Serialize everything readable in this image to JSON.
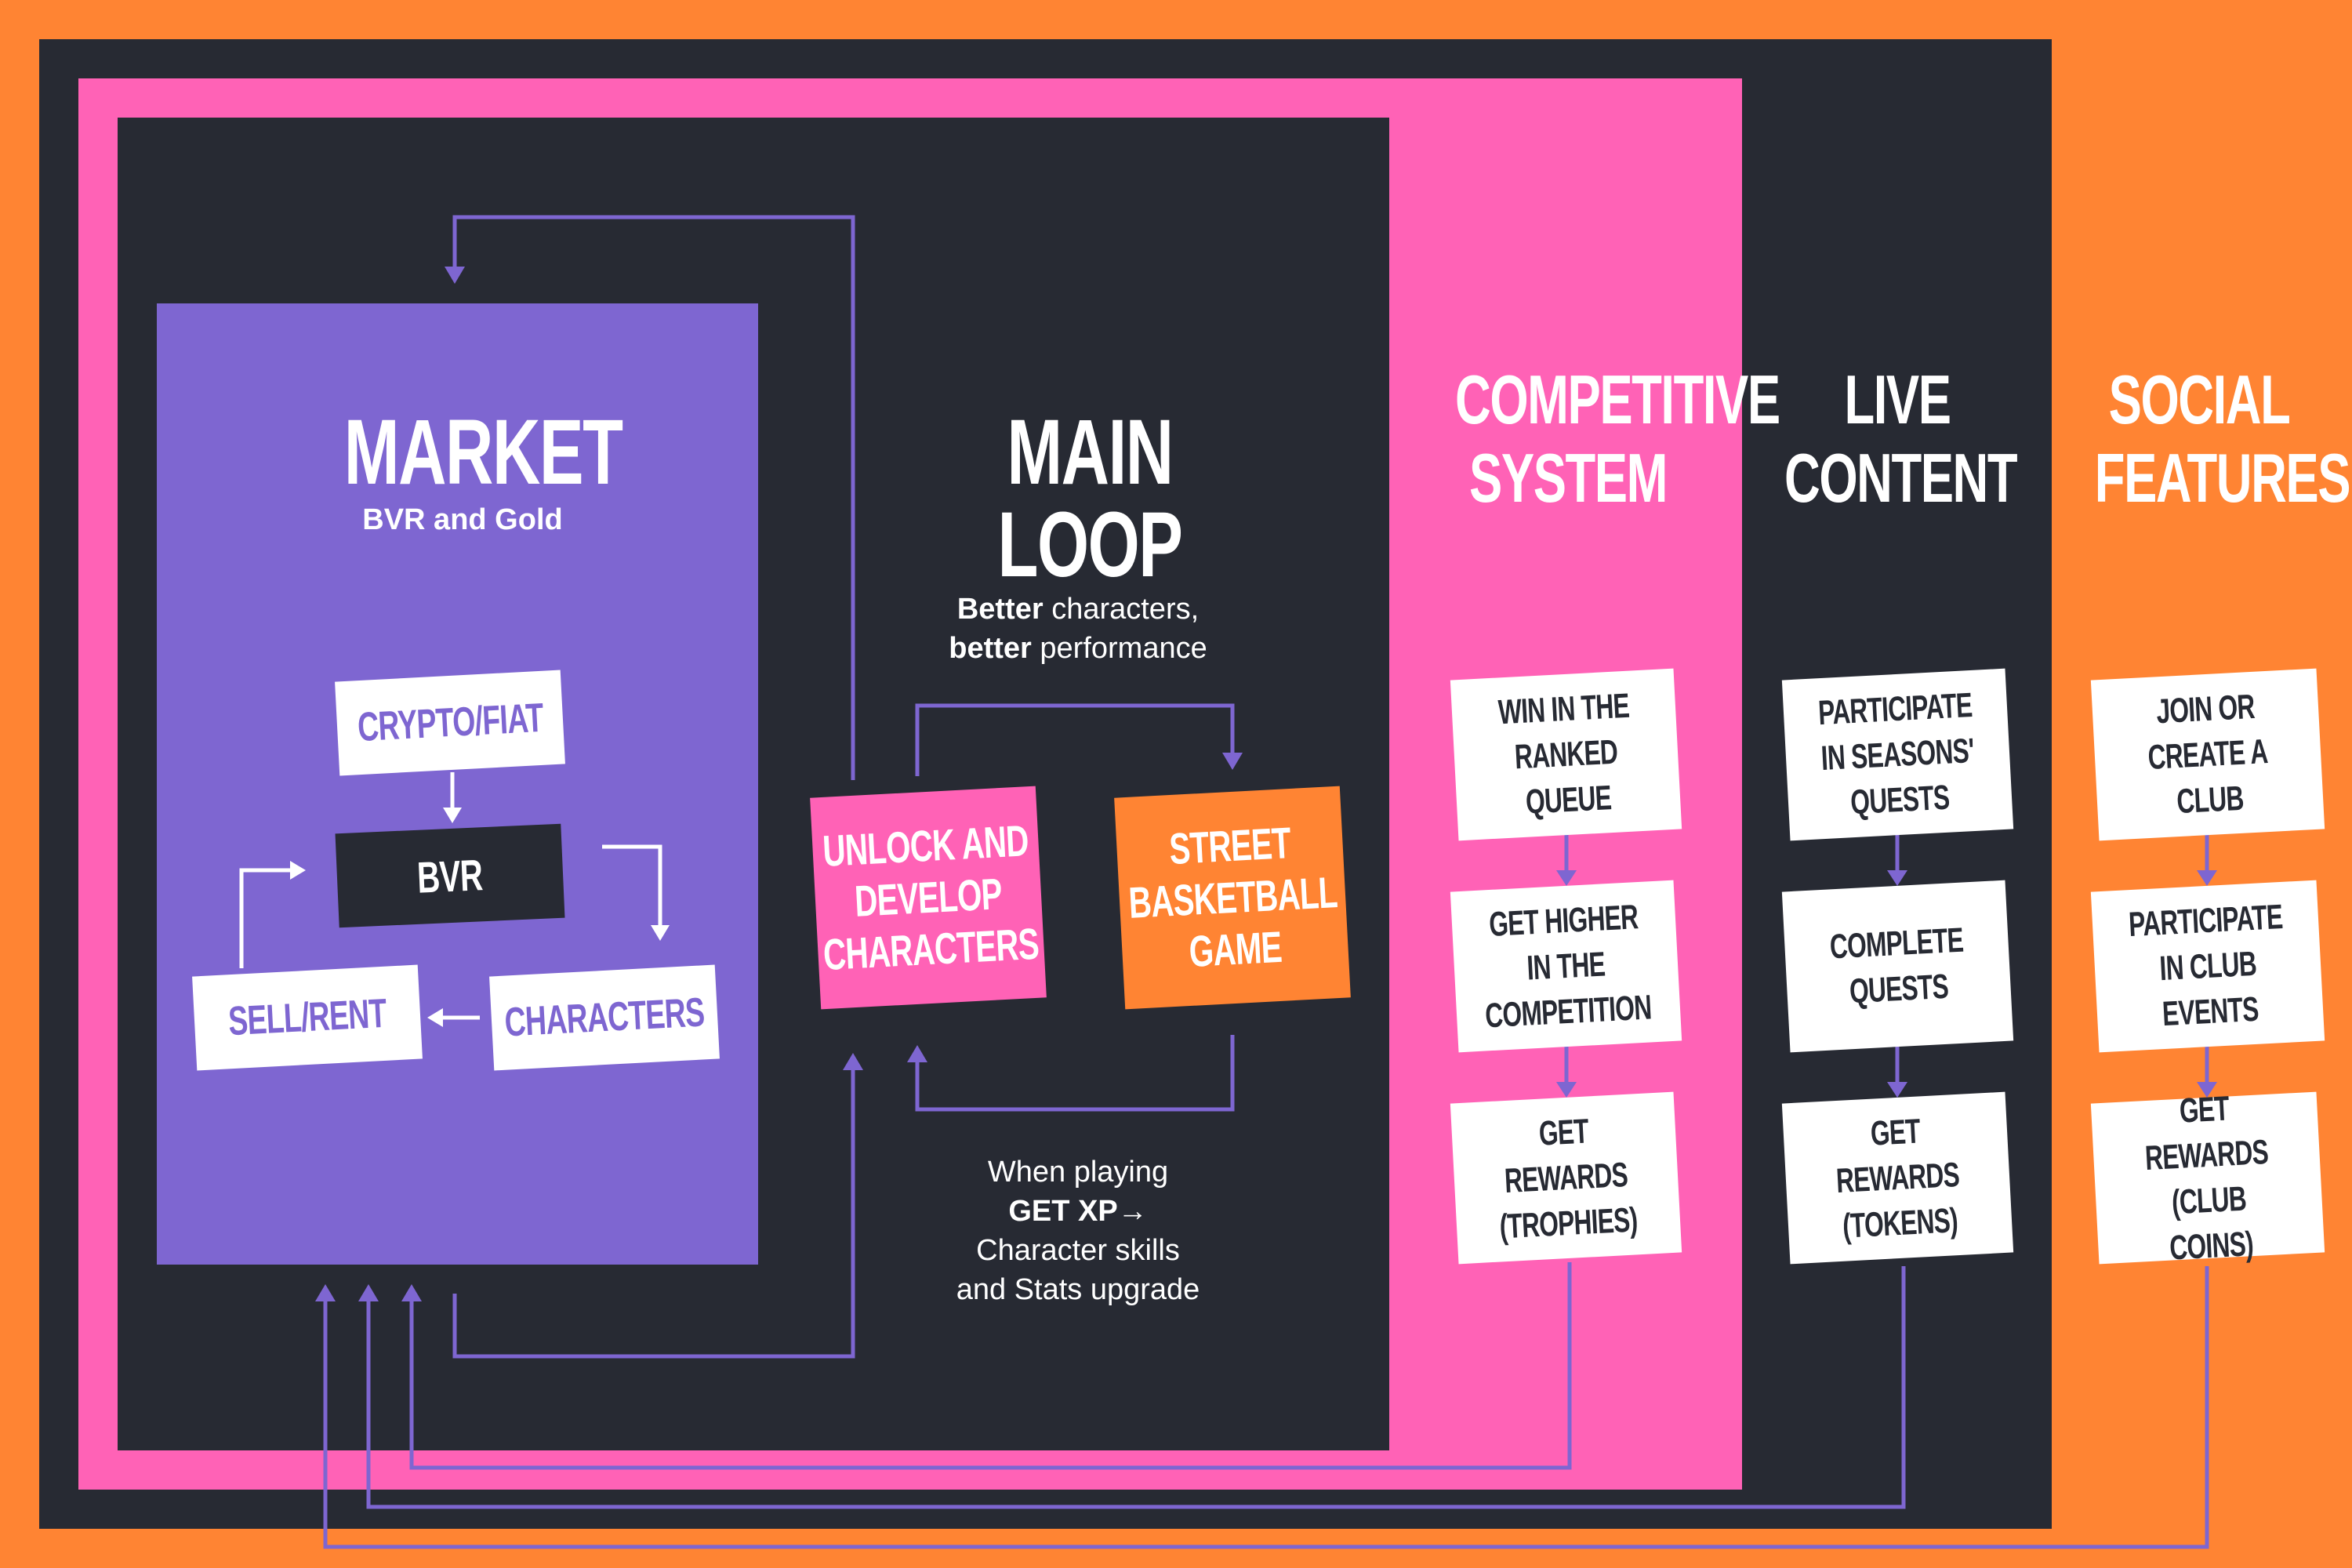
{
  "market": {
    "title": "MARKET",
    "subtitle": "BVR and Gold",
    "nodes": {
      "crypto_fiat": "CRYPTO/FIAT",
      "bvr": "BVR",
      "characters": "CHARACTERS",
      "sell_rent": "SELL/RENT"
    }
  },
  "main_loop": {
    "title": "MAIN LOOP",
    "better_1_bold": "Better",
    "better_1_rest": " characters,",
    "better_2_bold": "better",
    "better_2_rest": " performance",
    "unlock": "UNLOCK AND DEVELOP CHARACTERS",
    "street": "STREET BASKETBALL GAME",
    "when_playing": "When playing",
    "get_xp": "GET XP→",
    "skills": "Character skills",
    "stats": "and Stats upgrade"
  },
  "competitive": {
    "title_1": "COMPETITIVE",
    "title_2": "SYSTEM",
    "step1": "WIN IN THE RANKED QUEUE",
    "step2": "GET HIGHER IN THE COMPETITION",
    "step3": "GET REWARDS (TROPHIES)"
  },
  "live": {
    "title_1": "LIVE",
    "title_2": "CONTENT",
    "step1": "PARTICIPATE IN SEASONS' QUESTS",
    "step2": "COMPLETE QUESTS",
    "step3": "GET REWARDS (TOKENS)"
  },
  "social": {
    "title_1": "SOCIAL",
    "title_2": "FEATURES",
    "step1": "JOIN OR CREATE A CLUB",
    "step2": "PARTICIPATE IN CLUB EVENTS",
    "step3": "GET REWARDS (CLUB COINS)"
  },
  "colors": {
    "orange": "#FF8433",
    "dark": "#272A33",
    "pink": "#FF62B6",
    "purple": "#7E66D1",
    "white": "#FFFFFF"
  }
}
